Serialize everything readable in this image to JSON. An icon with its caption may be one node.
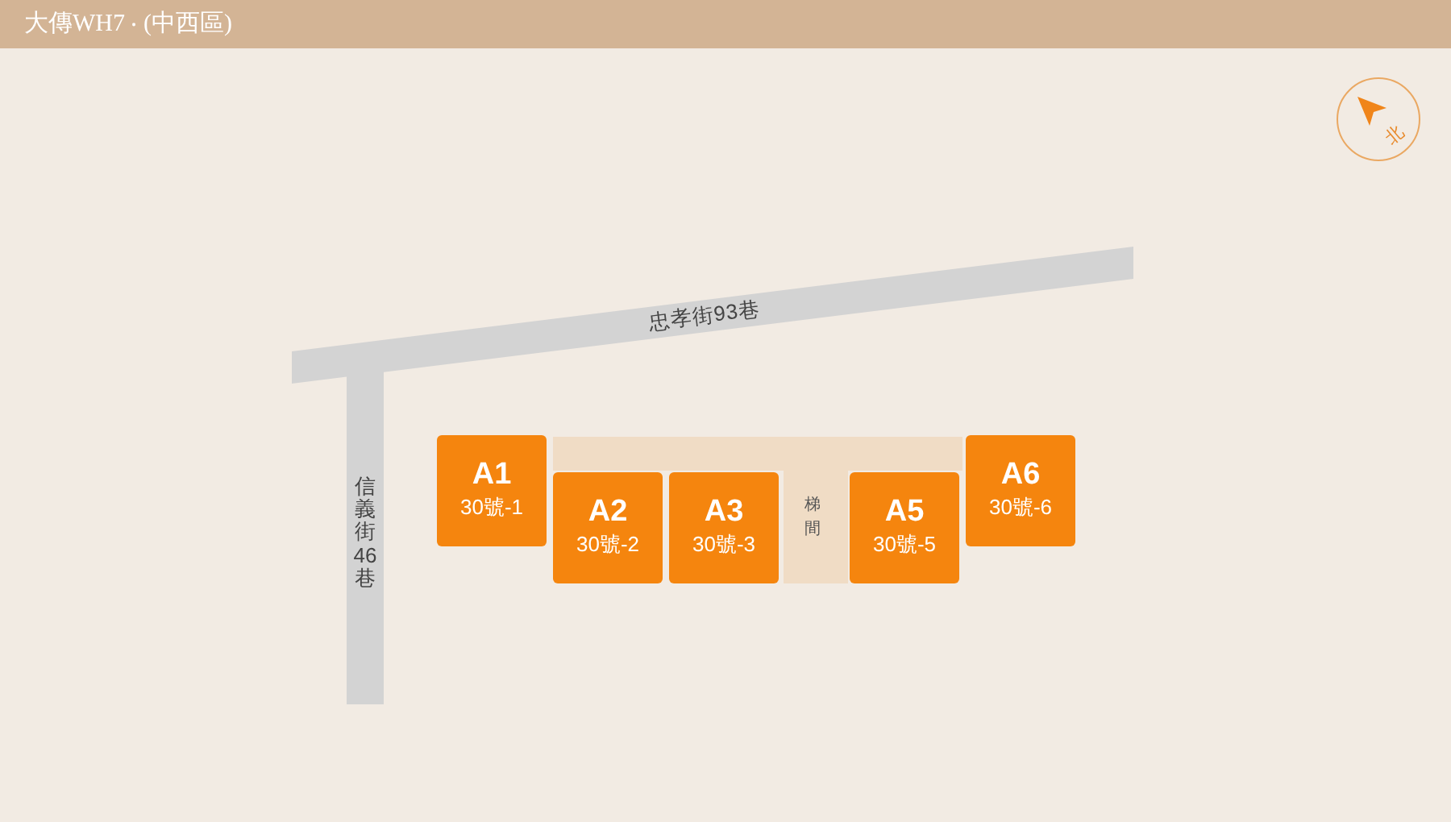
{
  "diagram": {
    "title": "大傳WH7 ‧ (中西區)",
    "nodes": [
      {
        "text": [
          "北"
        ]
      },
      {
        "text": [
          "忠孝街93巷"
        ]
      },
      {
        "text": [
          "信義街46巷"
        ]
      },
      {
        "text": [
          "梯間"
        ]
      },
      {
        "text": [
          "A1",
          "30號-1"
        ]
      },
      {
        "text": [
          "A2",
          "30號-2"
        ]
      },
      {
        "text": [
          "A3",
          "30號-3"
        ]
      },
      {
        "text": [
          "A5",
          "30號-5"
        ]
      },
      {
        "text": [
          "A6",
          "30號-6"
        ]
      }
    ]
  }
}
